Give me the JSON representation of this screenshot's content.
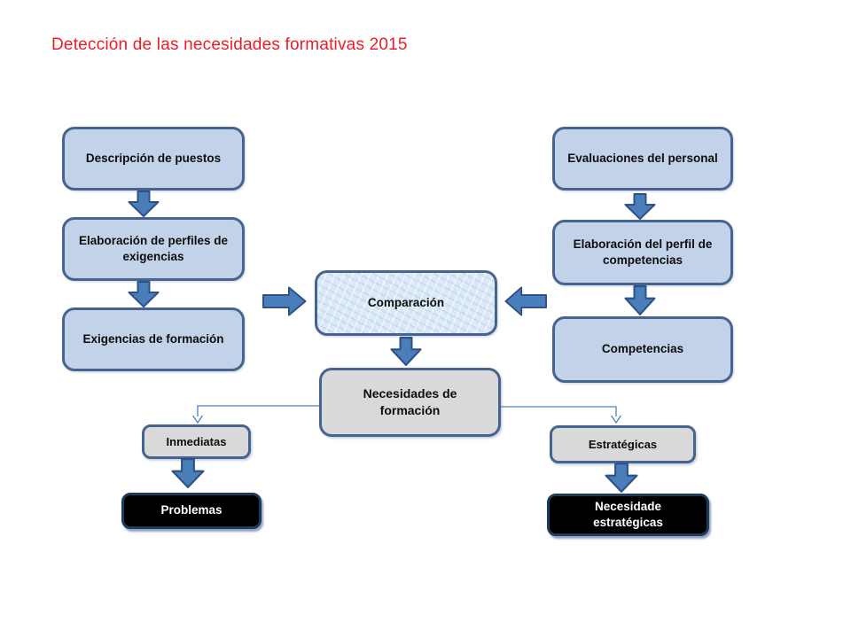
{
  "title": "Detección de las necesidades formativas 2015",
  "colors": {
    "title_red": "#ee1c24",
    "box_blue_fill": "#c2d3e9",
    "box_border_blue": "#46648f",
    "comparison_texture_fill": "#d9e7f7",
    "gray_fill": "#d9d9d9",
    "black_fill": "#000000",
    "black_box_border": "#1f3b5c",
    "black_box_text": "#ffffff",
    "arrow_fill": "#4a7ebb",
    "arrow_border": "#2e5287",
    "connector_line": "#4f81bd",
    "label_text": "#0d0d0d"
  },
  "nodes": {
    "descripcion_puestos": {
      "label": "Descripción de puestos"
    },
    "elaboracion_perfiles": {
      "label": "Elaboración de perfiles de exigencias"
    },
    "exigencias_formacion": {
      "label": "Exigencias de formación"
    },
    "evaluaciones_personal": {
      "label": "Evaluaciones del personal"
    },
    "elaboracion_perfil_competencias": {
      "label": "Elaboración del perfil de competencias"
    },
    "competencias": {
      "label": "Competencias"
    },
    "comparacion": {
      "label": "Comparación"
    },
    "necesidades_formacion": {
      "label": "Necesidades de formación"
    },
    "inmediatas": {
      "label": "Inmediatas"
    },
    "estrategicas": {
      "label": "Estratégicas"
    },
    "problemas": {
      "label": "Problemas"
    },
    "necesidade_estrategicas": {
      "label": "Necesidade estratégicas"
    }
  }
}
